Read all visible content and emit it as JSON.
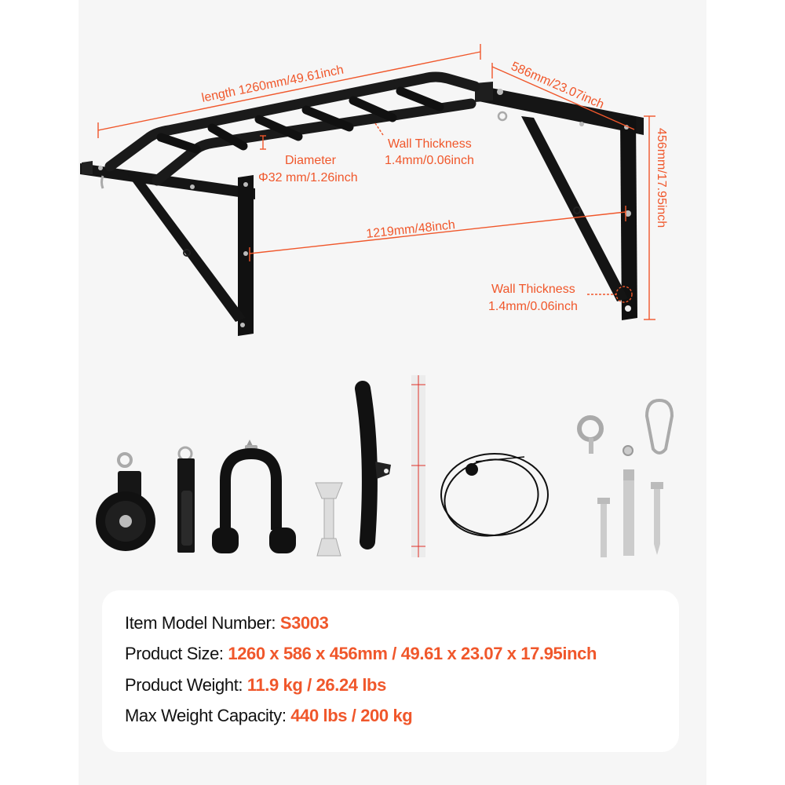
{
  "brand_color": "#f0572b",
  "diagram": {
    "length_label": "length 1260mm/49.61inch",
    "depth_label": "586mm/23.07inch",
    "height_label": "456mm/17.95inch",
    "mount_span_label": "1219mm/48inch",
    "diameter_label_line1": "Diameter",
    "diameter_label_line2": "Φ32 mm/1.26inch",
    "bar_wall_label_line1": "Wall Thickness",
    "bar_wall_label_line2": "1.4mm/0.06inch",
    "bracket_wall_label_line1": "Wall Thickness",
    "bracket_wall_label_line2": "1.4mm/0.06inch"
  },
  "accessories": [
    {
      "name": "pulley"
    },
    {
      "name": "strap-handle"
    },
    {
      "name": "tricep-rope"
    },
    {
      "name": "wrench"
    },
    {
      "name": "curved-bar-handle"
    },
    {
      "name": "cable"
    },
    {
      "name": "eye-bolt"
    },
    {
      "name": "nut"
    },
    {
      "name": "carabiner"
    },
    {
      "name": "bolt"
    },
    {
      "name": "expansion-bolt"
    },
    {
      "name": "lag-screw"
    }
  ],
  "specs": [
    {
      "label": "Item Model Number: ",
      "value": "S3003"
    },
    {
      "label": "Product Size: ",
      "value": "1260 x 586 x 456mm / 49.61 x 23.07 x 17.95inch"
    },
    {
      "label": "Product Weight: ",
      "value": "11.9 kg / 26.24 lbs"
    },
    {
      "label": "Max Weight Capacity: ",
      "value": "440 lbs / 200 kg"
    }
  ]
}
